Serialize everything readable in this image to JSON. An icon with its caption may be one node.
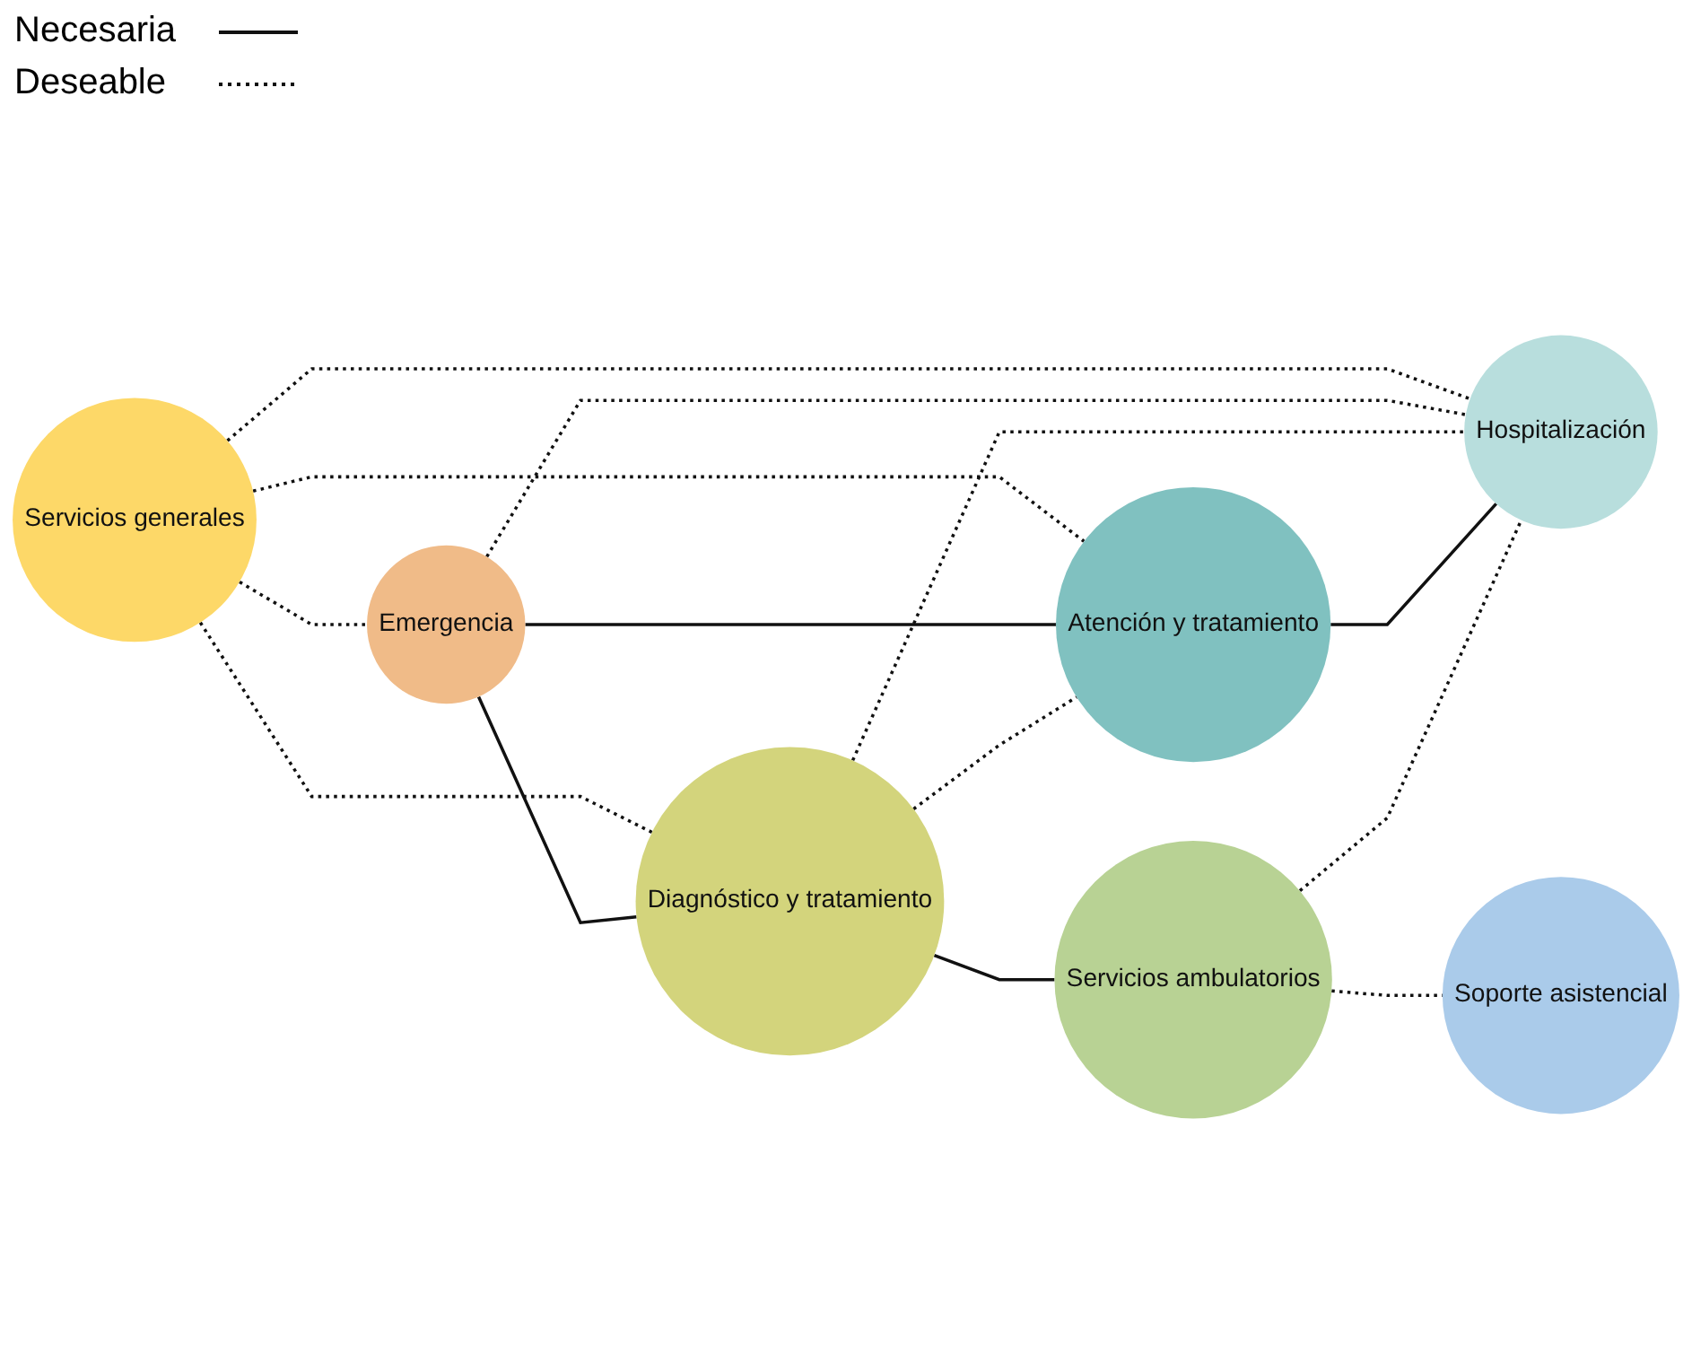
{
  "diagram": {
    "nodes": [
      {
        "text": [
          "Servicios generales"
        ]
      },
      {
        "text": [
          "Emergencia"
        ]
      },
      {
        "text": [
          "Diagnóstico y tratamiento"
        ]
      },
      {
        "text": [
          "Atención y tratamiento"
        ]
      },
      {
        "text": [
          "Servicios ambulatorios"
        ]
      },
      {
        "text": [
          "Hospitalización"
        ]
      },
      {
        "text": [
          "Soporte asistencial"
        ]
      }
    ],
    "edges": [
      {
        "from": 0,
        "to": 1,
        "arrow": "none",
        "style": "dashed"
      },
      {
        "from": 0,
        "to": 2,
        "arrow": "none",
        "style": "dashed"
      },
      {
        "from": 0,
        "to": 3,
        "arrow": "none",
        "style": "dashed"
      },
      {
        "from": 0,
        "to": 5,
        "arrow": "none",
        "style": "dashed"
      },
      {
        "from": 1,
        "to": 2,
        "arrow": "none"
      },
      {
        "from": 1,
        "to": 3,
        "arrow": "none"
      },
      {
        "from": 1,
        "to": 5,
        "arrow": "none",
        "style": "dashed"
      },
      {
        "from": 2,
        "to": 3,
        "arrow": "none",
        "style": "dashed"
      },
      {
        "from": 2,
        "to": 4,
        "arrow": "none"
      },
      {
        "from": 2,
        "to": 5,
        "arrow": "none",
        "style": "dashed"
      },
      {
        "from": 3,
        "to": 5,
        "arrow": "none"
      },
      {
        "from": 4,
        "to": 5,
        "arrow": "none",
        "style": "dashed"
      },
      {
        "from": 4,
        "to": 6,
        "arrow": "none",
        "style": "dashed"
      }
    ],
    "legend": [
      {
        "text": "Necesaria"
      },
      {
        "text": "Deseable"
      }
    ]
  }
}
